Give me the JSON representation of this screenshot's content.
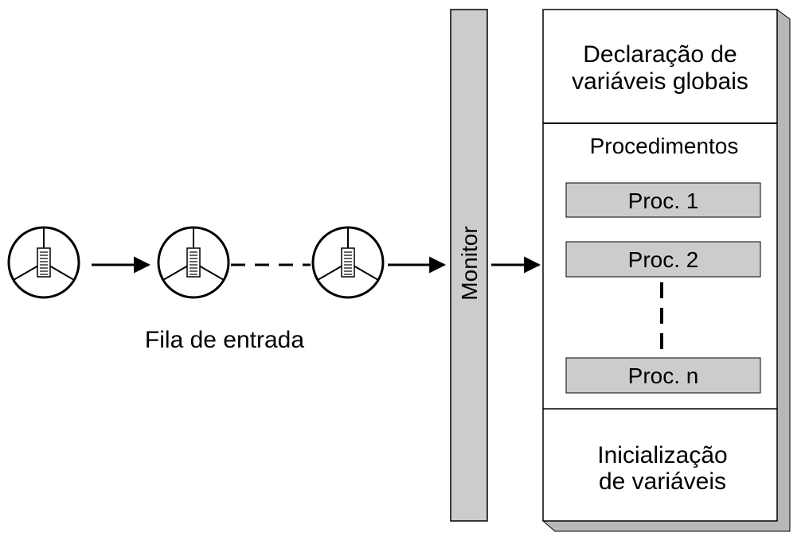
{
  "queue": {
    "label": "Fila de entrada",
    "process_icon": "process-wheel-icon",
    "arrow_icon": "arrow-right-icon"
  },
  "monitor": {
    "label": "Monitor"
  },
  "module": {
    "globals_line1": "Declaração de",
    "globals_line2": "variáveis globais",
    "procedures_title": "Procedimentos",
    "procedures": [
      "Proc. 1",
      "Proc. 2",
      "Proc. n"
    ],
    "init_line1": "Inicialização",
    "init_line2": "de variáveis"
  },
  "colors": {
    "background": "#ffffff",
    "box_fill": "#cccccc",
    "stroke": "#000000",
    "shadow": "#b8b8b8"
  }
}
